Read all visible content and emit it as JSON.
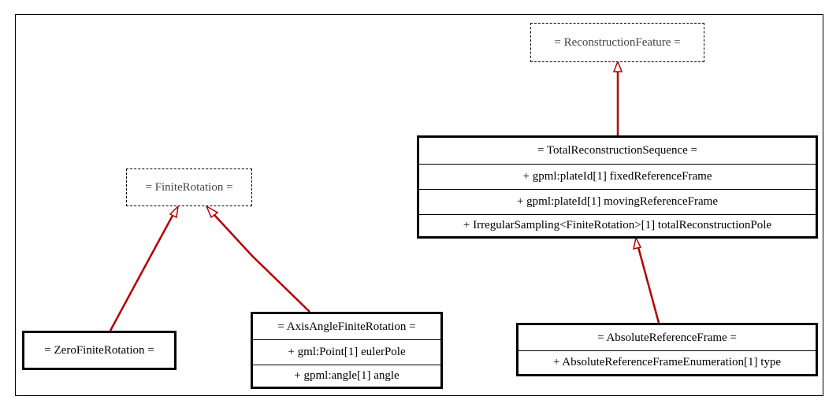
{
  "diagram": {
    "classes": {
      "reconstruction_feature": {
        "name": "= ReconstructionFeature ="
      },
      "finite_rotation": {
        "name": "= FiniteRotation ="
      },
      "total_reconstruction_sequence": {
        "name": "= TotalReconstructionSequence =",
        "attributes": [
          "+ gpml:plateId[1] fixedReferenceFrame",
          "+ gpml:plateId[1] movingReferenceFrame",
          "+ IrregularSampling<FiniteRotation>[1] totalReconstructionPole"
        ]
      },
      "zero_finite_rotation": {
        "name": "= ZeroFiniteRotation ="
      },
      "axis_angle_finite_rotation": {
        "name": "= AxisAngleFiniteRotation =",
        "attributes": [
          "+ gml:Point[1] eulerPole",
          "+ gpml:angle[1] angle"
        ]
      },
      "absolute_reference_frame": {
        "name": "= AbsoluteReferenceFrame =",
        "attributes": [
          "+ AbsoluteReferenceFrameEnumeration[1] type"
        ]
      }
    },
    "colors": {
      "link": "#b30000",
      "border": "#000000",
      "abstract_text": "#444444"
    }
  }
}
